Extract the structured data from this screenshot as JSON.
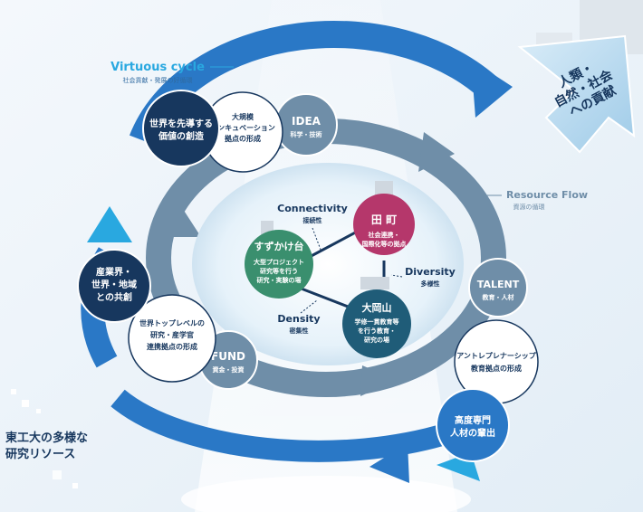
{
  "colors": {
    "outer_ring": "#2a78c6",
    "inner_ring": "#6f8ea8",
    "navy": "#17375e",
    "hub_pink": "#b5376b",
    "hub_green": "#3a8f6e",
    "hub_teal": "#1f5c78",
    "accent_cyan": "#29a8e0"
  },
  "virtuous_cycle": {
    "title": "Virtuous cycle",
    "subtitle": "社会貢献・発展の好循環"
  },
  "resource_flow": {
    "title": "Resource Flow",
    "subtitle": "資源の循環"
  },
  "contribution": {
    "lines": [
      "人類・",
      "自然・社会",
      "への貢献"
    ]
  },
  "resources_label": {
    "lines": [
      "東工大の多様な",
      "研究リソース"
    ]
  },
  "outer_nodes": {
    "value_creation": {
      "lines": [
        "世界を先導する",
        "価値の創造"
      ]
    },
    "coexistence": {
      "lines": [
        "産業界・",
        "世界・地域",
        "との共創"
      ]
    },
    "talent_output": {
      "lines": [
        "高度専門",
        "人材の輩出"
      ]
    }
  },
  "inner_bases": {
    "incubation": {
      "lines": [
        "大規模",
        "インキュベーション",
        "拠点の形成"
      ]
    },
    "collaboration": {
      "lines": [
        "世界トップレベルの",
        "研究・産学官",
        "連携拠点の形成"
      ]
    },
    "entrepreneurship": {
      "lines": [
        "アントレプレナーシップ",
        "教育拠点の形成"
      ]
    }
  },
  "resources": {
    "idea": {
      "title": "IDEA",
      "subtitle": "科学・技術"
    },
    "talent": {
      "title": "TALENT",
      "subtitle": "教育・人材"
    },
    "fund": {
      "title": "FUND",
      "subtitle": "資金・投資"
    }
  },
  "campuses": {
    "tamachi": {
      "name": "田 町",
      "lines": [
        "社会連携・",
        "国際化等の拠点"
      ]
    },
    "suzukakedai": {
      "name": "すずかけ台",
      "lines": [
        "大型プロジェクト",
        "研究等を行う",
        "研究・実験の場"
      ]
    },
    "ookayama": {
      "name": "大岡山",
      "lines": [
        "学修一貫教育等",
        "を行う教育・",
        "研究の場"
      ]
    }
  },
  "relations": {
    "connectivity": {
      "title": "Connectivity",
      "subtitle": "接続性"
    },
    "diversity": {
      "title": "Diversity",
      "subtitle": "多様性"
    },
    "density": {
      "title": "Density",
      "subtitle": "密集性"
    }
  }
}
